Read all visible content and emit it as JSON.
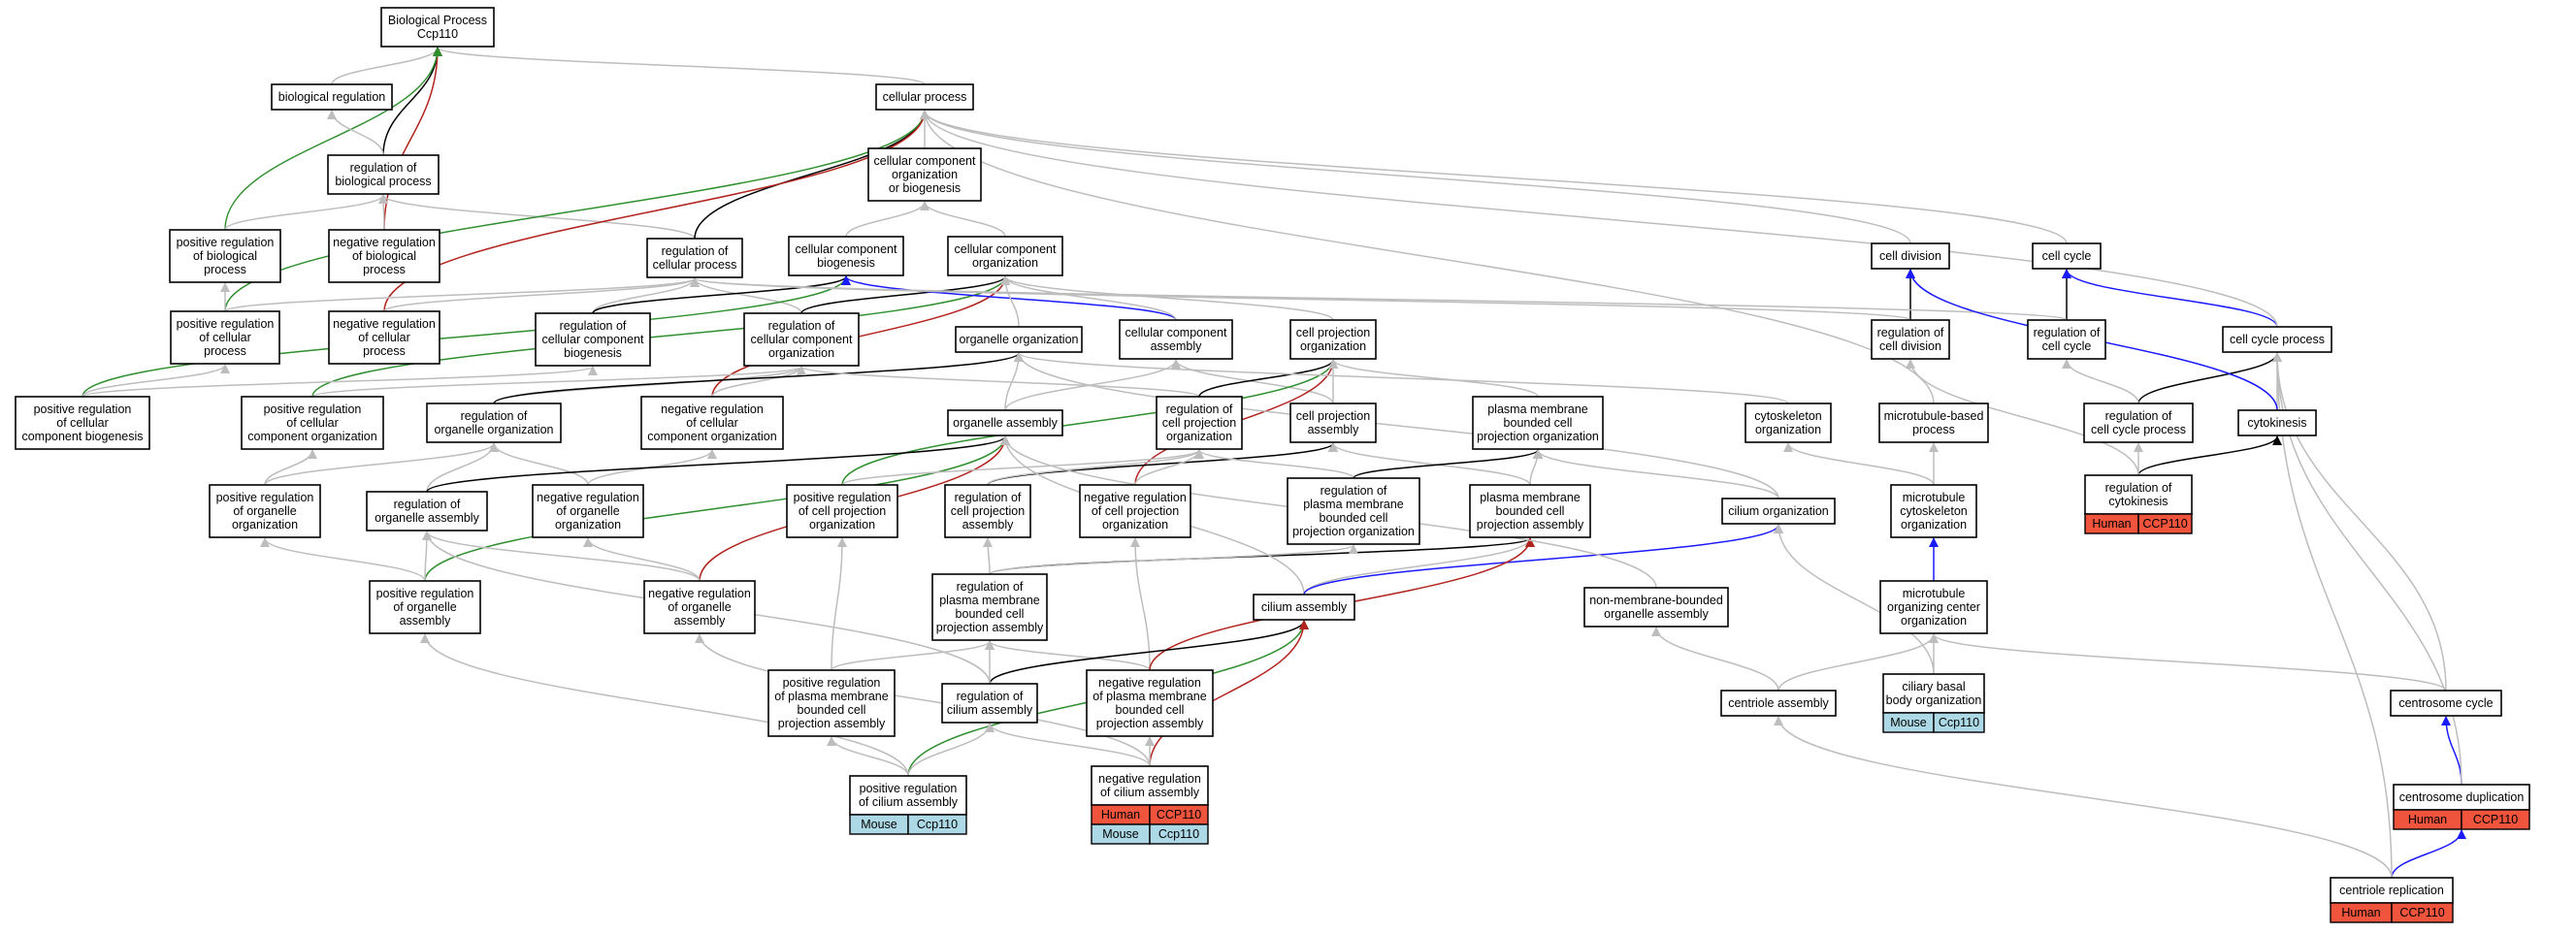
{
  "colors": {
    "is_a": "#bdbdbd",
    "regulates": "#000000",
    "positively_regulates": "#2f8f2f",
    "negatively_regulates": "#b3231e",
    "part_of": "#1a1aff",
    "human": "#f0543c",
    "mouse": "#add8e6"
  },
  "nodes": {
    "bp": [
      "Biological Process",
      "Ccp110"
    ],
    "cp": [
      "cellular process"
    ],
    "breg": [
      "biological regulation"
    ],
    "rbp": [
      "regulation of",
      "biological process"
    ],
    "prbp": [
      "positive regulation",
      "of biological",
      "process"
    ],
    "nrbp": [
      "negative regulation",
      "of biological",
      "process"
    ],
    "ccob": [
      "cellular component",
      "organization",
      "or biogenesis"
    ],
    "rcp": [
      "regulation of",
      "cellular process"
    ],
    "ccb": [
      "cellular component",
      "biogenesis"
    ],
    "cco": [
      "cellular component",
      "organization"
    ],
    "prcp": [
      "positive regulation",
      "of cellular",
      "process"
    ],
    "nrcp": [
      "negative regulation",
      "of cellular",
      "process"
    ],
    "rccb": [
      "regulation of",
      "cellular component",
      "biogenesis"
    ],
    "rcco": [
      "regulation of",
      "cellular component",
      "organization"
    ],
    "oo": [
      "organelle organization"
    ],
    "cca": [
      "cellular component",
      "assembly"
    ],
    "cpo": [
      "cell projection",
      "organization"
    ],
    "prccb": [
      "positive regulation",
      "of cellular",
      "component biogenesis"
    ],
    "prcco": [
      "positive regulation",
      "of cellular",
      "component organization"
    ],
    "roo": [
      "regulation of",
      "organelle organization"
    ],
    "nrcco": [
      "negative regulation",
      "of cellular",
      "component organization"
    ],
    "oa": [
      "organelle assembly"
    ],
    "rcpo": [
      "regulation of",
      "cell projection",
      "organization"
    ],
    "cpa": [
      "cell projection",
      "assembly"
    ],
    "pmbcpo": [
      "plasma membrane",
      "bounded cell",
      "projection organization"
    ],
    "proo": [
      "positive regulation",
      "of organelle",
      "organization"
    ],
    "roa": [
      "regulation of",
      "organelle assembly"
    ],
    "nroo": [
      "negative regulation",
      "of organelle",
      "organization"
    ],
    "prcpo": [
      "positive regulation",
      "of cell projection",
      "organization"
    ],
    "rcpa": [
      "regulation of",
      "cell projection",
      "assembly"
    ],
    "nrcpo": [
      "negative regulation",
      "of cell projection",
      "organization"
    ],
    "rpmbcpo": [
      "regulation of",
      "plasma membrane",
      "bounded cell",
      "projection organization"
    ],
    "pmbcpa": [
      "plasma membrane",
      "bounded cell",
      "projection assembly"
    ],
    "proa": [
      "positive regulation",
      "of organelle",
      "assembly"
    ],
    "nroa": [
      "negative regulation",
      "of organelle",
      "assembly"
    ],
    "rpmbcpa": [
      "regulation of",
      "plasma membrane",
      "bounded cell",
      "projection assembly"
    ],
    "ca": [
      "cilium assembly"
    ],
    "prpmbcpa": [
      "positive regulation",
      "of plasma membrane",
      "bounded cell",
      "projection assembly"
    ],
    "rca": [
      "regulation of",
      "cilium assembly"
    ],
    "nrpmbcpa": [
      "negative regulation",
      "of plasma membrane",
      "bounded cell",
      "projection assembly"
    ],
    "prca": [
      "positive regulation",
      "of cilium assembly"
    ],
    "nrca": [
      "negative regulation",
      "of cilium assembly"
    ],
    "co": [
      "cytoskeleton",
      "organization"
    ],
    "mbp": [
      "microtubule-based",
      "process"
    ],
    "cio": [
      "cilium organization"
    ],
    "mco": [
      "microtubule",
      "cytoskeleton",
      "organization"
    ],
    "nmboa": [
      "non-membrane-bounded",
      "organelle assembly"
    ],
    "mtoc": [
      "microtubule",
      "organizing center",
      "organization"
    ],
    "cba": [
      "centriole assembly"
    ],
    "cbbo": [
      "ciliary basal",
      "body organization"
    ],
    "cd": [
      "cell division"
    ],
    "cc": [
      "cell cycle"
    ],
    "rcd": [
      "regulation of",
      "cell division"
    ],
    "rcc": [
      "regulation of",
      "cell cycle"
    ],
    "ccp": [
      "cell cycle process"
    ],
    "rccp": [
      "regulation of",
      "cell cycle process"
    ],
    "ck": [
      "cytokinesis"
    ],
    "rck": [
      "regulation of",
      "cytokinesis"
    ],
    "cs": [
      "centrosome cycle"
    ],
    "csd": [
      "centrosome duplication"
    ],
    "cr": [
      "centriole replication"
    ]
  },
  "annotations": {
    "prca": [
      [
        "Mouse",
        "Ccp110"
      ]
    ],
    "nrca": [
      [
        "Human",
        "CCP110"
      ],
      [
        "Mouse",
        "Ccp110"
      ]
    ],
    "cbbo": [
      [
        "Mouse",
        "Ccp110"
      ]
    ],
    "rck": [
      [
        "Human",
        "CCP110"
      ]
    ],
    "csd": [
      [
        "Human",
        "CCP110"
      ]
    ],
    "cr": [
      [
        "Human",
        "CCP110"
      ]
    ]
  },
  "edges": [
    [
      "cp",
      "bp",
      "is_a"
    ],
    [
      "breg",
      "bp",
      "is_a"
    ],
    [
      "rbp",
      "bp",
      "regulates"
    ],
    [
      "nrbp",
      "bp",
      "negatively_regulates"
    ],
    [
      "prbp",
      "bp",
      "positively_regulates"
    ],
    [
      "rbp",
      "breg",
      "is_a"
    ],
    [
      "prbp",
      "rbp",
      "is_a"
    ],
    [
      "nrbp",
      "rbp",
      "is_a"
    ],
    [
      "rcp",
      "rbp",
      "is_a"
    ],
    [
      "rcp",
      "cp",
      "regulates"
    ],
    [
      "prcp",
      "cp",
      "positively_regulates"
    ],
    [
      "nrcp",
      "cp",
      "negatively_regulates"
    ],
    [
      "ccob",
      "cp",
      "is_a"
    ],
    [
      "ccb",
      "ccob",
      "is_a"
    ],
    [
      "cco",
      "ccob",
      "is_a"
    ],
    [
      "prcp",
      "prbp",
      "is_a"
    ],
    [
      "prcp",
      "rcp",
      "is_a"
    ],
    [
      "nrcp",
      "rcp",
      "is_a"
    ],
    [
      "rccb",
      "rcp",
      "is_a"
    ],
    [
      "rcco",
      "rcp",
      "is_a"
    ],
    [
      "rccb",
      "ccb",
      "regulates"
    ],
    [
      "rcco",
      "cco",
      "regulates"
    ],
    [
      "prccb",
      "ccb",
      "positively_regulates"
    ],
    [
      "prcco",
      "cco",
      "positively_regulates"
    ],
    [
      "nrcco",
      "cco",
      "negatively_regulates"
    ],
    [
      "cca",
      "ccb",
      "part_of"
    ],
    [
      "oo",
      "cco",
      "is_a"
    ],
    [
      "cca",
      "cco",
      "is_a"
    ],
    [
      "cpo",
      "cco",
      "is_a"
    ],
    [
      "prccb",
      "prcp",
      "is_a"
    ],
    [
      "prccb",
      "rccb",
      "is_a"
    ],
    [
      "prcco",
      "rcco",
      "is_a"
    ],
    [
      "nrcco",
      "rcco",
      "is_a"
    ],
    [
      "roo",
      "rcco",
      "is_a"
    ],
    [
      "roo",
      "oo",
      "regulates"
    ],
    [
      "oa",
      "oo",
      "is_a"
    ],
    [
      "oa",
      "cca",
      "is_a"
    ],
    [
      "cpa",
      "cca",
      "is_a"
    ],
    [
      "rcpo",
      "rcco",
      "is_a"
    ],
    [
      "rcpo",
      "cpo",
      "regulates"
    ],
    [
      "prcpo",
      "cpo",
      "positively_regulates"
    ],
    [
      "nrcpo",
      "cpo",
      "negatively_regulates"
    ],
    [
      "cpa",
      "cpo",
      "is_a"
    ],
    [
      "pmbcpo",
      "cpo",
      "is_a"
    ],
    [
      "proo",
      "roo",
      "is_a"
    ],
    [
      "proo",
      "prcco",
      "is_a"
    ],
    [
      "nroo",
      "roo",
      "is_a"
    ],
    [
      "nroo",
      "nrcco",
      "is_a"
    ],
    [
      "roa",
      "roo",
      "is_a"
    ],
    [
      "roa",
      "oa",
      "regulates"
    ],
    [
      "proa",
      "oa",
      "positively_regulates"
    ],
    [
      "nroa",
      "oa",
      "negatively_regulates"
    ],
    [
      "rcpa",
      "cpa",
      "regulates"
    ],
    [
      "rcpa",
      "rcpo",
      "is_a"
    ],
    [
      "prcpo",
      "rcpo",
      "is_a"
    ],
    [
      "nrcpo",
      "rcpo",
      "is_a"
    ],
    [
      "pmbcpa",
      "cpa",
      "is_a"
    ],
    [
      "pmbcpa",
      "pmbcpo",
      "is_a"
    ],
    [
      "rpmbcpo",
      "pmbcpo",
      "regulates"
    ],
    [
      "rpmbcpo",
      "rcpo",
      "is_a"
    ],
    [
      "proa",
      "proo",
      "is_a"
    ],
    [
      "proa",
      "roa",
      "is_a"
    ],
    [
      "nroa",
      "nroo",
      "is_a"
    ],
    [
      "nroa",
      "roa",
      "is_a"
    ],
    [
      "rpmbcpa",
      "pmbcpa",
      "regulates"
    ],
    [
      "rpmbcpa",
      "rcpa",
      "is_a"
    ],
    [
      "rpmbcpa",
      "rpmbcpo",
      "is_a"
    ],
    [
      "ca",
      "pmbcpa",
      "is_a"
    ],
    [
      "ca",
      "oa",
      "is_a"
    ],
    [
      "ca",
      "cio",
      "part_of"
    ],
    [
      "prpmbcpa",
      "rpmbcpa",
      "is_a"
    ],
    [
      "prpmbcpa",
      "prcpo",
      "is_a"
    ],
    [
      "nrpmbcpa",
      "rpmbcpa",
      "is_a"
    ],
    [
      "nrpmbcpa",
      "nrcpo",
      "is_a"
    ],
    [
      "nrpmbcpa",
      "pmbcpa",
      "negatively_regulates"
    ],
    [
      "rca",
      "ca",
      "regulates"
    ],
    [
      "rca",
      "rpmbcpa",
      "is_a"
    ],
    [
      "rca",
      "roa",
      "is_a"
    ],
    [
      "prca",
      "ca",
      "positively_regulates"
    ],
    [
      "prca",
      "rca",
      "is_a"
    ],
    [
      "prca",
      "prpmbcpa",
      "is_a"
    ],
    [
      "prca",
      "proa",
      "is_a"
    ],
    [
      "nrca",
      "ca",
      "negatively_regulates"
    ],
    [
      "nrca",
      "rca",
      "is_a"
    ],
    [
      "nrca",
      "nrpmbcpa",
      "is_a"
    ],
    [
      "nrca",
      "nroa",
      "is_a"
    ],
    [
      "co",
      "oo",
      "is_a"
    ],
    [
      "mco",
      "co",
      "is_a"
    ],
    [
      "mco",
      "mbp",
      "is_a"
    ],
    [
      "mbp",
      "cp",
      "is_a"
    ],
    [
      "cio",
      "pmbcpo",
      "is_a"
    ],
    [
      "cio",
      "oo",
      "is_a"
    ],
    [
      "nmboa",
      "oa",
      "is_a"
    ],
    [
      "mtoc",
      "mco",
      "part_of"
    ],
    [
      "cba",
      "nmboa",
      "is_a"
    ],
    [
      "cba",
      "mtoc",
      "is_a"
    ],
    [
      "cbbo",
      "mtoc",
      "is_a"
    ],
    [
      "cbbo",
      "cio",
      "is_a"
    ],
    [
      "cd",
      "cp",
      "is_a"
    ],
    [
      "cc",
      "cp",
      "is_a"
    ],
    [
      "rcd",
      "cd",
      "regulates"
    ],
    [
      "rcd",
      "rcp",
      "is_a"
    ],
    [
      "rcc",
      "cc",
      "regulates"
    ],
    [
      "rcc",
      "rcp",
      "is_a"
    ],
    [
      "ccp",
      "cc",
      "part_of"
    ],
    [
      "ccp",
      "cp",
      "is_a"
    ],
    [
      "rccp",
      "ccp",
      "regulates"
    ],
    [
      "rccp",
      "rcc",
      "is_a"
    ],
    [
      "ck",
      "ccp",
      "is_a"
    ],
    [
      "ck",
      "cd",
      "part_of"
    ],
    [
      "rck",
      "ck",
      "regulates"
    ],
    [
      "rck",
      "rccp",
      "is_a"
    ],
    [
      "rck",
      "rcd",
      "is_a"
    ],
    [
      "cs",
      "mtoc",
      "is_a"
    ],
    [
      "cs",
      "ccp",
      "is_a"
    ],
    [
      "csd",
      "cs",
      "part_of"
    ],
    [
      "csd",
      "ccp",
      "is_a"
    ],
    [
      "cr",
      "csd",
      "part_of"
    ],
    [
      "cr",
      "cba",
      "is_a"
    ],
    [
      "cr",
      "ccp",
      "is_a"
    ]
  ]
}
